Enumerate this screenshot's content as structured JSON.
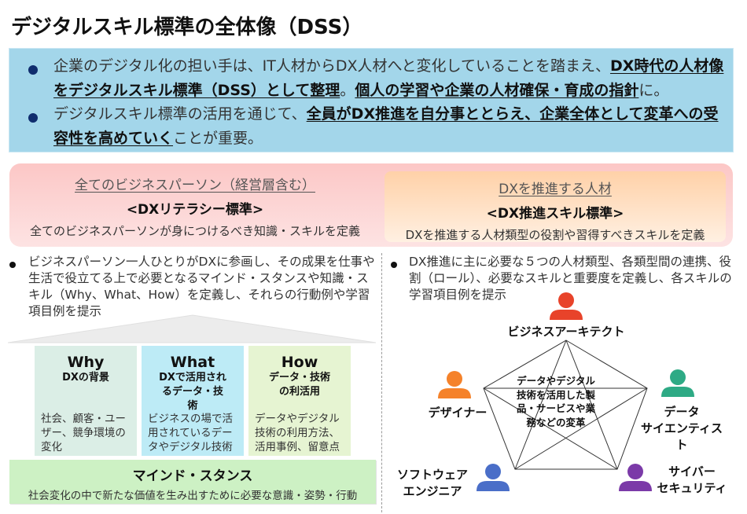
{
  "title": "デジタルスキル標準の全体像（DSS）",
  "summary": {
    "bullets": [
      {
        "segments": [
          {
            "text": "企業のデジタル化の担い手は、IT人材からDX人材へと変化していることを踏まえ、",
            "bold": false
          },
          {
            "text": "DX時代の人材像をデジタルスキル標準（DSS）として整理",
            "bold": true
          },
          {
            "text": "。",
            "bold": false
          },
          {
            "text": "個人の学習や企業の人材確保・育成の指針",
            "bold": true
          },
          {
            "text": "に。",
            "bold": false
          }
        ]
      },
      {
        "segments": [
          {
            "text": "デジタルスキル標準の活用を通じて、",
            "bold": false
          },
          {
            "text": "全員がDX推進を自分事ととらえ、企業全体として変革への受容性を高めていく",
            "bold": true
          },
          {
            "text": "ことが重要。",
            "bold": false
          }
        ]
      }
    ],
    "bullet_color": "#0f2d6e",
    "background": "#a3d6ea"
  },
  "literacy": {
    "target": "全てのビジネスパーソン（経営層含む）",
    "standard": "<DXリテラシー標準>",
    "definition": "全てのビジネスパーソンが身につけるべき知識・スキルを定義",
    "description": "ビジネスパーソン一人ひとりがDXに参画し、その成果を仕事や生活で役立てる上で必要となるマインド・スタンスや知識・スキル（Why、What、How）を定義し、それらの行動例や学習項目例を提示",
    "pillars": [
      {
        "title": "Why",
        "subtitle": "DXの背景",
        "body": "社会、顧客・ユーザー、競争環境の変化",
        "color": "#dbeee6"
      },
      {
        "title": "What",
        "subtitle": "DXで活用されるデータ・技術",
        "body": "ビジネスの場で活用されているデータやデジタル技術",
        "color": "#bdebf6"
      },
      {
        "title": "How",
        "subtitle": "データ・技術の利活用",
        "body": "データやデジタル技術の利用方法、活用事例、留意点",
        "color": "#e6f4d2"
      }
    ],
    "foundation": {
      "title": "マインド・スタンス",
      "description": "社会変化の中で新たな価値を生み出すために必要な意識・姿勢・行動"
    }
  },
  "promotion": {
    "target": "DXを推進する人材",
    "standard": "<DX推進スキル標準>",
    "definition": "DXを推進する人材類型の役割や習得すべきスキルを定義",
    "description": "DX推進に主に必要な５つの人材類型、各類型間の連携、役割（ロール）、必要なスキルと重要度を定義し、各スキルの学習項目例を提示",
    "center": "データやデジタル技術を活用した製品・サービスや業務などの変革",
    "roles": [
      {
        "name": "ビジネスアーキテクト",
        "icon": "person-icon",
        "color": "#e8432a"
      },
      {
        "name": "デザイナー",
        "icon": "person-icon",
        "color": "#f5822a"
      },
      {
        "name": "データ サイエンティスト",
        "icon": "person-icon",
        "color": "#2eaa85"
      },
      {
        "name": "ソフトウェア エンジニア",
        "icon": "person-icon",
        "color": "#4a6ec8"
      },
      {
        "name": "サイバー セキュリティ",
        "icon": "person-icon",
        "color": "#7b3aa8"
      }
    ]
  }
}
